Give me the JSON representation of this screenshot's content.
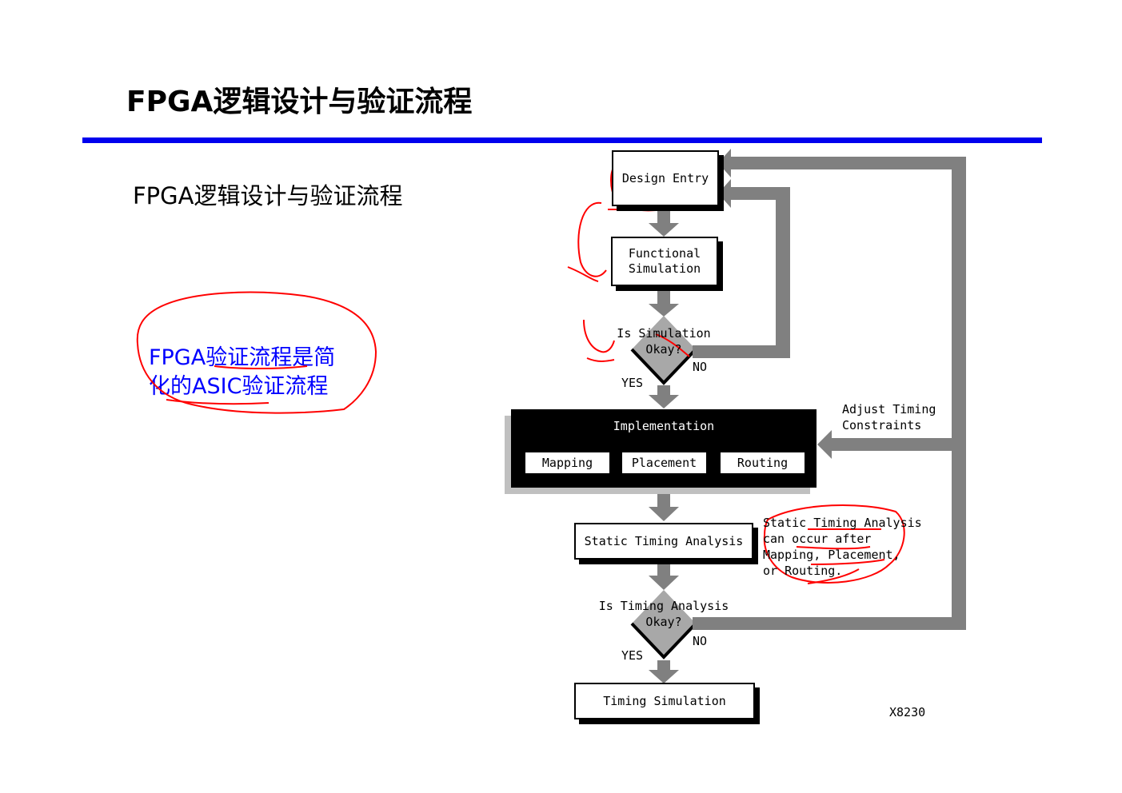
{
  "slide": {
    "title": "FPGA逻辑设计与验证流程",
    "subtitle": "FPGA逻辑设计与验证流程",
    "note_line1": "FPGA验证流程是简",
    "note_line2": "化的ASIC验证流程"
  },
  "flowchart": {
    "design_entry": "Design Entry",
    "functional_simulation_line1": "Functional",
    "functional_simulation_line2": "Simulation",
    "decision1_line1": "Is Simulation",
    "decision1_line2": "Okay?",
    "decision1_no": "NO",
    "decision1_yes": "YES",
    "implementation_title": "Implementation",
    "mapping": "Mapping",
    "placement": "Placement",
    "routing": "Routing",
    "adjust_line1": "Adjust Timing",
    "adjust_line2": "Constraints",
    "static_timing_analysis": "Static Timing Analysis",
    "sta_note_line1": "Static Timing Analysis",
    "sta_note_line2": "can occur after",
    "sta_note_line3": "Mapping, Placement,",
    "sta_note_line4": "or Routing.",
    "decision2_line1": "Is Timing Analysis",
    "decision2_line2": "Okay?",
    "decision2_no": "NO",
    "decision2_yes": "YES",
    "timing_simulation": "Timing Simulation",
    "figure_code": "X8230"
  },
  "colors": {
    "title_rule": "#0000ee",
    "note_text": "#0000ff",
    "arrow_gray": "#808080",
    "annotation_red": "#ff0000"
  }
}
